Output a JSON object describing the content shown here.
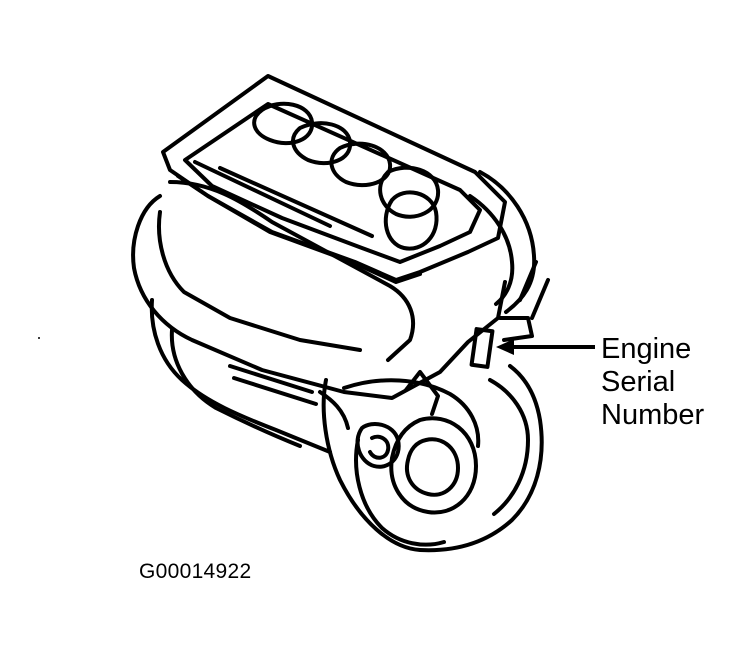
{
  "diagram": {
    "callout": {
      "lines": [
        "Engine",
        "Serial",
        "Number"
      ]
    },
    "figure_id": "G00014922",
    "colors": {
      "line": "#000000",
      "background": "#ffffff"
    }
  }
}
